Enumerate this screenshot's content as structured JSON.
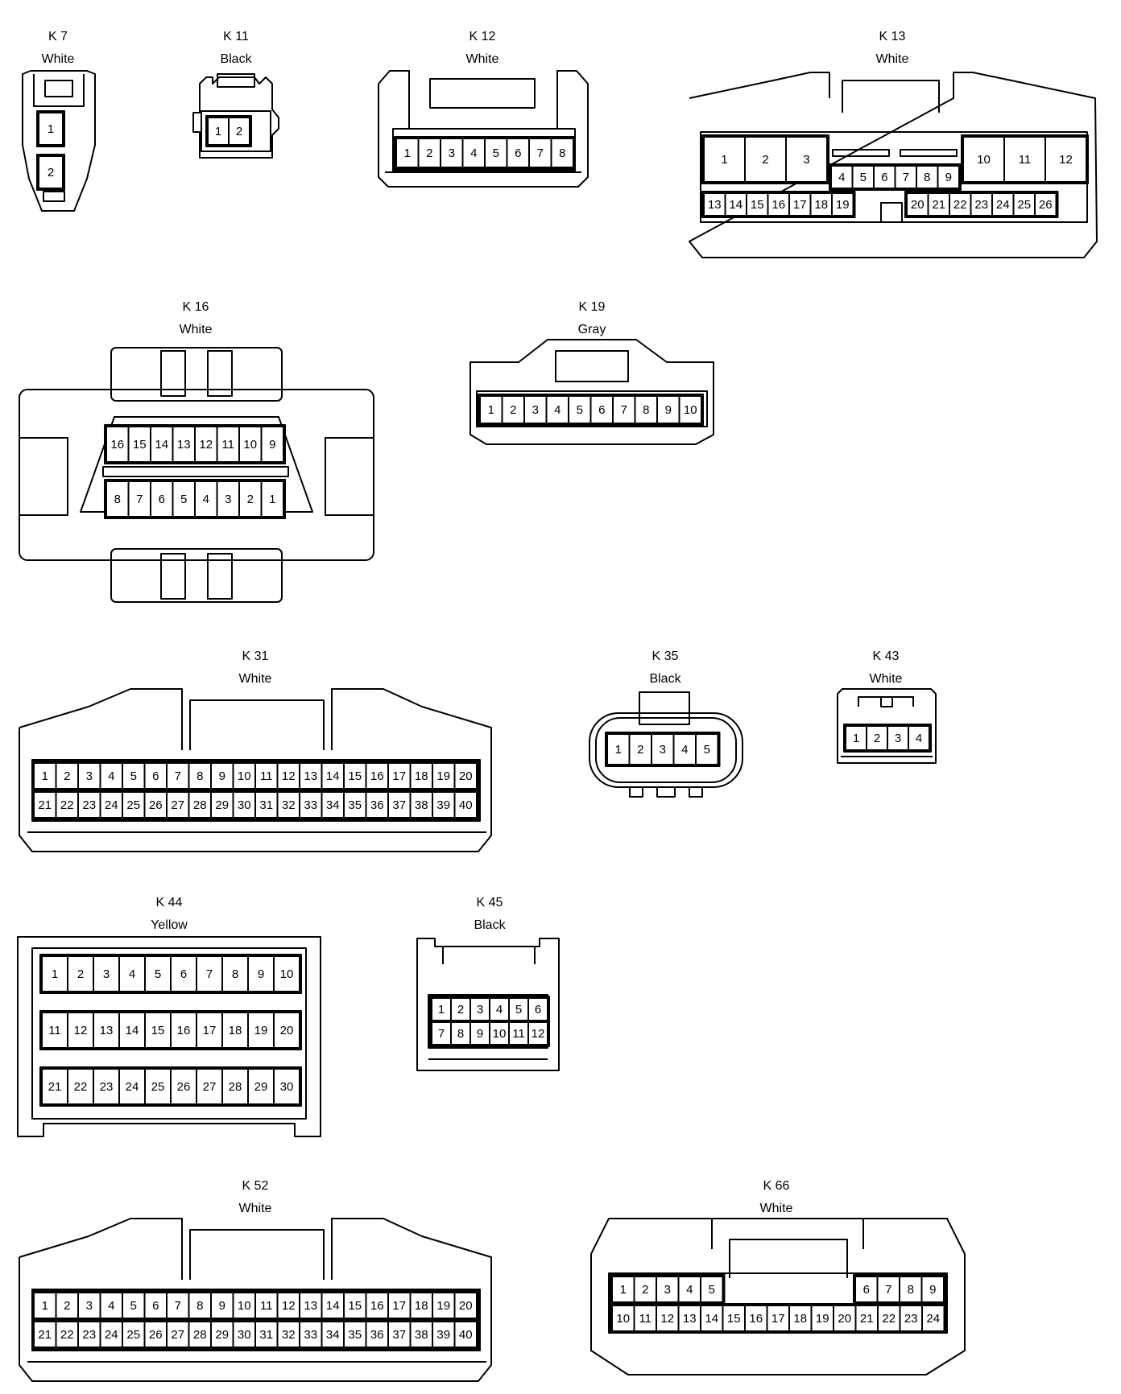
{
  "connectors": [
    {
      "id": "k7",
      "name": "K 7",
      "color": "White",
      "rows": [
        [
          1
        ],
        [
          2
        ]
      ]
    },
    {
      "id": "k11",
      "name": "K 11",
      "color": "Black",
      "rows": [
        [
          1,
          2
        ]
      ]
    },
    {
      "id": "k12",
      "name": "K 12",
      "color": "White",
      "rows": [
        [
          1,
          2,
          3,
          4,
          5,
          6,
          7,
          8
        ]
      ]
    },
    {
      "id": "k13",
      "name": "K 13",
      "color": "White",
      "rows": [
        [
          1,
          2,
          3
        ],
        [
          10,
          11,
          12
        ],
        [
          4,
          5,
          6,
          7,
          8,
          9
        ],
        [
          13,
          14,
          15,
          16,
          17,
          18,
          19
        ],
        [
          20,
          21,
          22,
          23,
          24,
          25,
          26
        ]
      ]
    },
    {
      "id": "k16",
      "name": "K 16",
      "color": "White",
      "rows": [
        [
          16,
          15,
          14,
          13,
          12,
          11,
          10,
          9
        ],
        [
          8,
          7,
          6,
          5,
          4,
          3,
          2,
          1
        ]
      ]
    },
    {
      "id": "k19",
      "name": "K 19",
      "color": "Gray",
      "rows": [
        [
          1,
          2,
          3,
          4,
          5,
          6,
          7,
          8,
          9,
          10
        ]
      ]
    },
    {
      "id": "k31",
      "name": "K 31",
      "color": "White",
      "rows": [
        [
          1,
          2,
          3,
          4,
          5,
          6,
          7,
          8,
          9,
          10,
          11,
          12,
          13,
          14,
          15,
          16,
          17,
          18,
          19,
          20
        ],
        [
          21,
          22,
          23,
          24,
          25,
          26,
          27,
          28,
          29,
          30,
          31,
          32,
          33,
          34,
          35,
          36,
          37,
          38,
          39,
          40
        ]
      ]
    },
    {
      "id": "k35",
      "name": "K 35",
      "color": "Black",
      "rows": [
        [
          1,
          2,
          3,
          4,
          5
        ]
      ]
    },
    {
      "id": "k43",
      "name": "K 43",
      "color": "White",
      "rows": [
        [
          1,
          2,
          3,
          4
        ]
      ]
    },
    {
      "id": "k44",
      "name": "K 44",
      "color": "Yellow",
      "rows": [
        [
          1,
          2,
          3,
          4,
          5,
          6,
          7,
          8,
          9,
          10
        ],
        [
          11,
          12,
          13,
          14,
          15,
          16,
          17,
          18,
          19,
          20
        ],
        [
          21,
          22,
          23,
          24,
          25,
          26,
          27,
          28,
          29,
          30
        ]
      ]
    },
    {
      "id": "k45",
      "name": "K 45",
      "color": "Black",
      "rows": [
        [
          1,
          2,
          3,
          4,
          5,
          6
        ],
        [
          7,
          8,
          9,
          10,
          11,
          12
        ]
      ]
    },
    {
      "id": "k52",
      "name": "K 52",
      "color": "White",
      "rows": [
        [
          1,
          2,
          3,
          4,
          5,
          6,
          7,
          8,
          9,
          10,
          11,
          12,
          13,
          14,
          15,
          16,
          17,
          18,
          19,
          20
        ],
        [
          21,
          22,
          23,
          24,
          25,
          26,
          27,
          28,
          29,
          30,
          31,
          32,
          33,
          34,
          35,
          36,
          37,
          38,
          39,
          40
        ]
      ]
    },
    {
      "id": "k66",
      "name": "K 66",
      "color": "White",
      "rows": [
        [
          1,
          2,
          3,
          4,
          5
        ],
        [
          6,
          7,
          8,
          9
        ],
        [
          10,
          11,
          12,
          13,
          14,
          15,
          16,
          17,
          18,
          19,
          20,
          21,
          22,
          23,
          24
        ]
      ]
    }
  ]
}
